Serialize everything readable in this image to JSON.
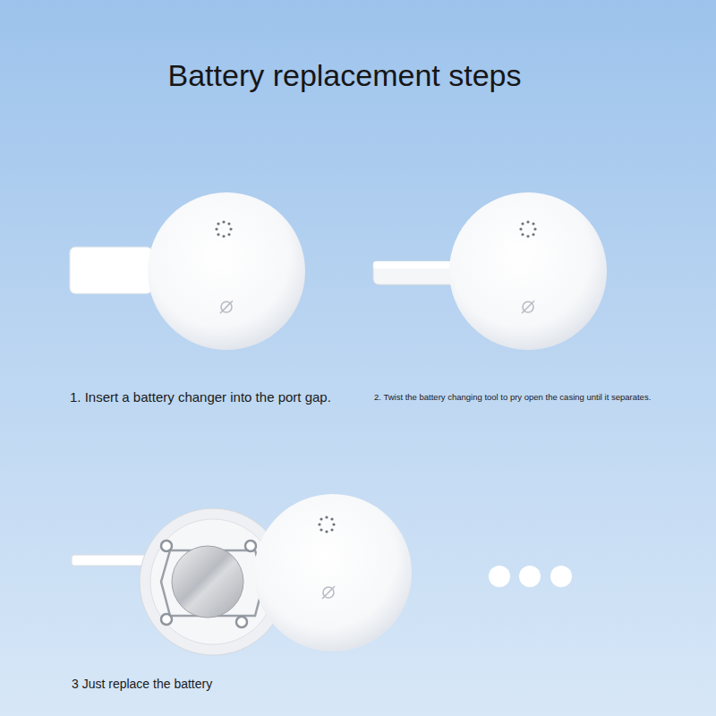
{
  "diagram": {
    "title": "Battery replacement steps",
    "labels": [
      "1. Insert a battery changer into the port gap.",
      "2. Twist the battery changing tool to pry open the casing until it separates.",
      "3 Just replace the battery"
    ]
  }
}
